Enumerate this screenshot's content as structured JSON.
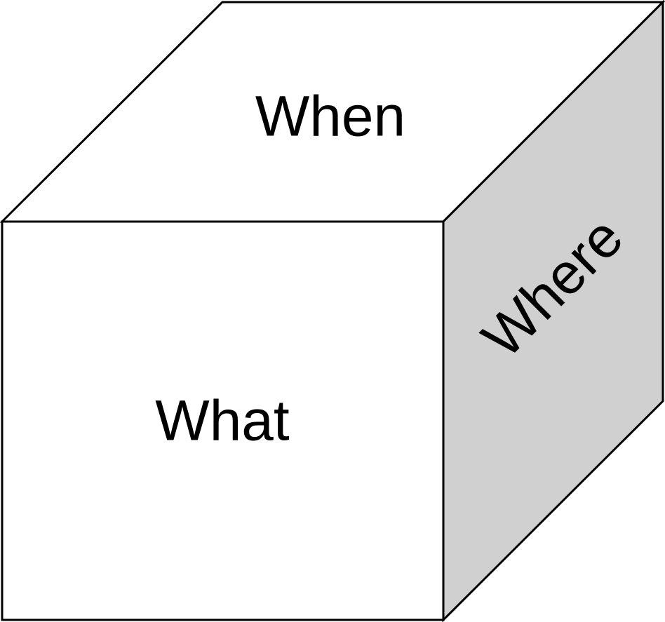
{
  "cube": {
    "faces": {
      "top": {
        "label": "When",
        "fill": "#ffffff"
      },
      "front": {
        "label": "What",
        "fill": "#ffffff"
      },
      "side": {
        "label": "Where",
        "fill": "#d0d0d0"
      }
    },
    "edge_color": "#000000"
  }
}
